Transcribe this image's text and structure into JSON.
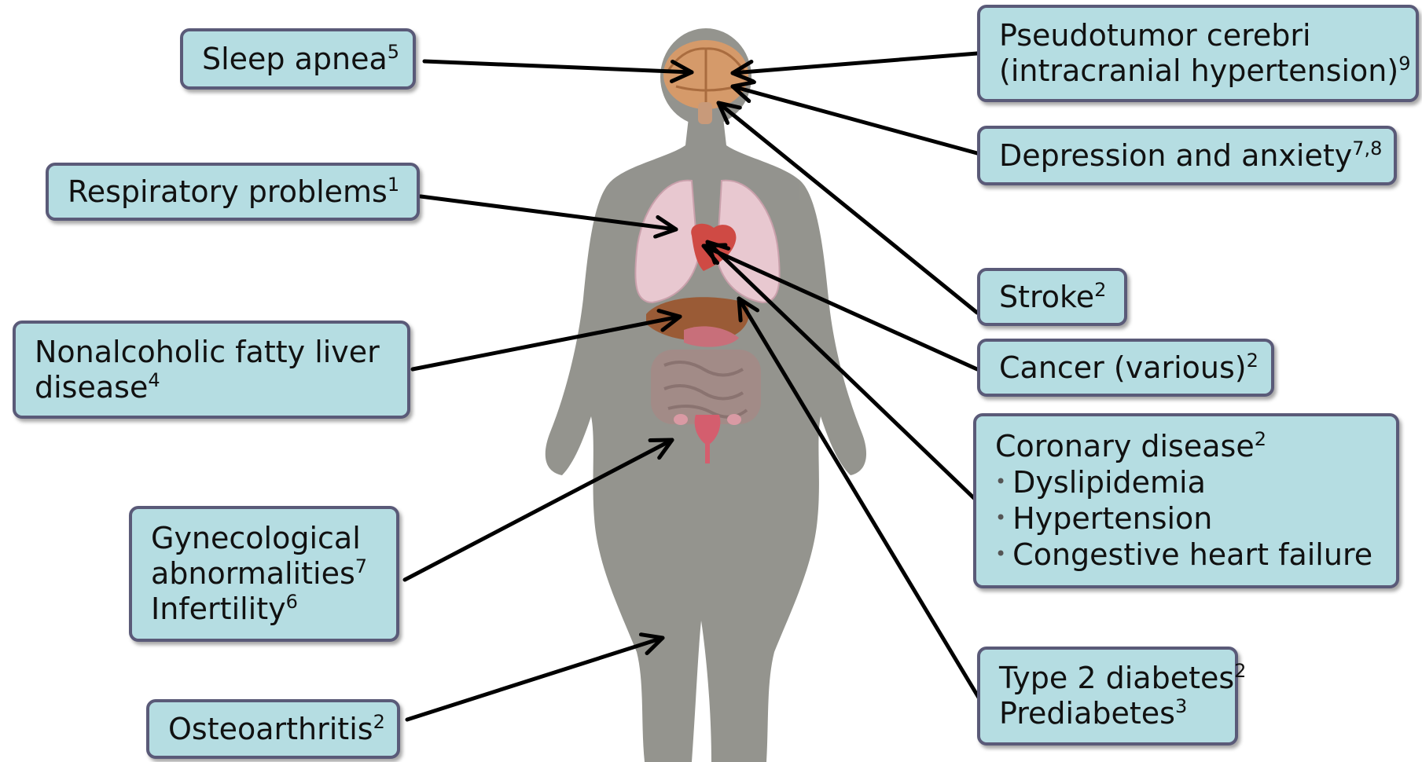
{
  "conditions": {
    "sleep_apnea": {
      "text": "Sleep apnea",
      "ref": "5"
    },
    "respiratory": {
      "text": "Respiratory problems",
      "ref": "1"
    },
    "nafld": {
      "line1": "Nonalcoholic fatty liver",
      "line2": "disease",
      "ref": "4"
    },
    "gynecological": {
      "line1": "Gynecological",
      "line2": "abnormalities",
      "ref2": "7",
      "line3": "Infertility",
      "ref3": "6"
    },
    "osteoarthritis": {
      "text": "Osteoarthritis",
      "ref": "2"
    },
    "pseudotumor": {
      "line1": "Pseudotumor cerebri",
      "line2": "(intracranial hypertension)",
      "ref": "9"
    },
    "depression": {
      "text": "Depression and anxiety",
      "ref": "7,8"
    },
    "stroke": {
      "text": "Stroke",
      "ref": "2"
    },
    "cancer": {
      "text": "Cancer (various)",
      "ref": "2"
    },
    "coronary": {
      "title": "Coronary disease",
      "ref": "2",
      "bullets": [
        "Dyslipidemia",
        "Hypertension",
        "Congestive heart failure"
      ]
    },
    "diabetes": {
      "line1": "Type 2 diabetes",
      "ref1": "2",
      "line2": "Prediabetes",
      "ref2": "3"
    }
  },
  "colors": {
    "box_fill": "#b5dde2",
    "box_border": "#5a5a78",
    "silhouette": "#8e8e88",
    "arrow": "#000000"
  }
}
